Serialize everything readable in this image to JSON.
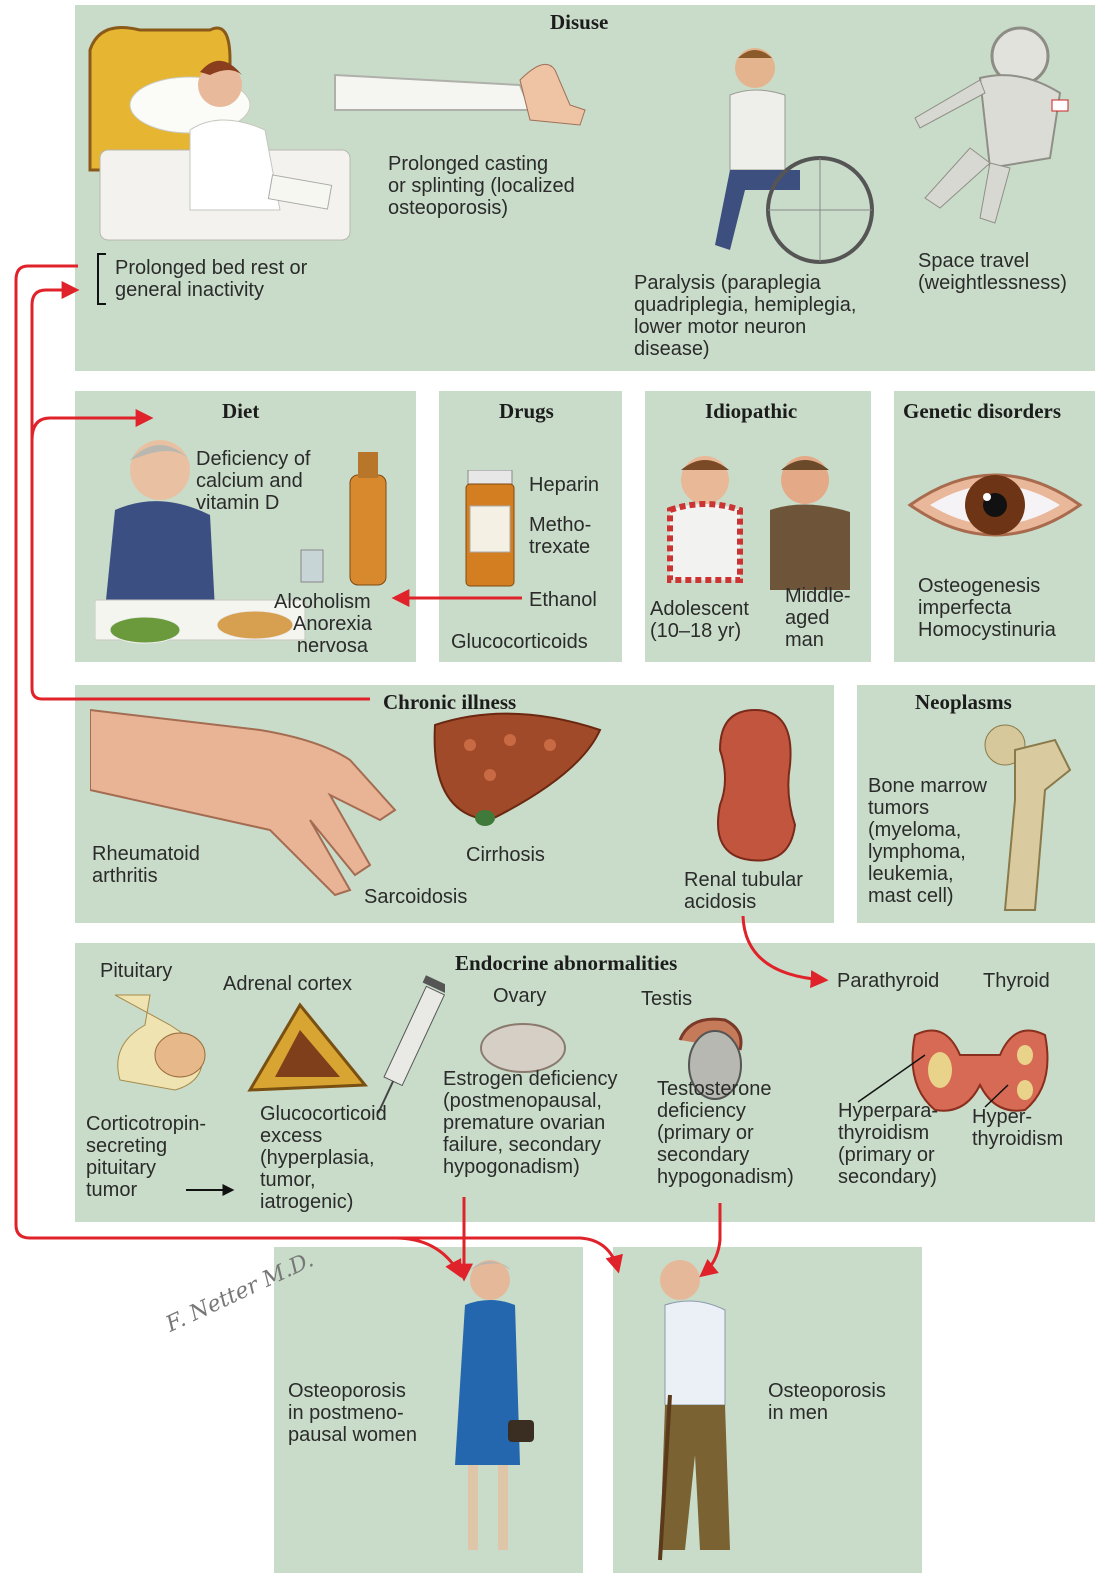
{
  "panels": {
    "disuse": {
      "title": "Disuse",
      "casting": "Prolonged casting\nor splinting (localized\nosteoporosis)",
      "bed_rest": "Prolonged bed rest or\ngeneral inactivity",
      "paralysis": "Paralysis (paraplegia\nquadriplegia, hemiplegia,\nlower motor neuron\ndisease)",
      "space": "Space travel\n(weightlessness)"
    },
    "diet": {
      "title": "Diet",
      "deficiency": "Deficiency of\ncalcium and\nvitamin D",
      "alcoholism": "Alcoholism",
      "anorexia": "Anorexia\nnervosa"
    },
    "drugs": {
      "title": "Drugs",
      "heparin": "Heparin",
      "methotrexate": "Metho-\ntrexate",
      "ethanol": "Ethanol",
      "glucocorticoids": "Glucocorticoids"
    },
    "idiopathic": {
      "title": "Idiopathic",
      "adolescent": "Adolescent\n(10–18 yr)",
      "middle_aged": "Middle-\naged\nman"
    },
    "genetic": {
      "title": "Genetic disorders",
      "text": "Osteogenesis\nimperfecta\nHomocystinuria"
    },
    "chronic": {
      "title": "Chronic illness",
      "ra": "Rheumatoid\narthritis",
      "sarcoidosis": "Sarcoidosis",
      "cirrhosis": "Cirrhosis",
      "renal": "Renal tubular\nacidosis"
    },
    "neoplasms": {
      "title": "Neoplasms",
      "text": "Bone marrow\ntumors\n(myeloma,\nlymphoma,\nleukemia,\nmast cell)"
    },
    "endocrine": {
      "title": "Endocrine abnormalities",
      "pituitary": "Pituitary",
      "adrenal": "Adrenal cortex",
      "ovary": "Ovary",
      "testis": "Testis",
      "parathyroid": "Parathyroid",
      "thyroid": "Thyroid",
      "corticotropin": "Corticotropin-\nsecreting\npituitary\ntumor",
      "glucocorticoid_excess": "Glucocorticoid\nexcess\n(hyperplasia,\ntumor,\niatrogenic)",
      "estrogen": "Estrogen deficiency\n(postmenopausal,\npremature ovarian\nfailure, secondary\nhypogonadism)",
      "testosterone": "Testosterone\ndeficiency\n(primary or\nsecondary\nhypogonadism)",
      "hyperpara": "Hyperpara-\nthyroidism\n(primary or\nsecondary)",
      "hyperthyroid": "Hyper-\nthyroidism"
    },
    "women": {
      "text": "Osteoporosis\nin postmeno-\npausal women"
    },
    "men": {
      "text": "Osteoporosis\nin men"
    }
  },
  "signature": "F. Netter M.D.",
  "colors": {
    "panel": "#c9dcc9",
    "arrow": "#e0232a",
    "text": "#2b2b2b"
  }
}
